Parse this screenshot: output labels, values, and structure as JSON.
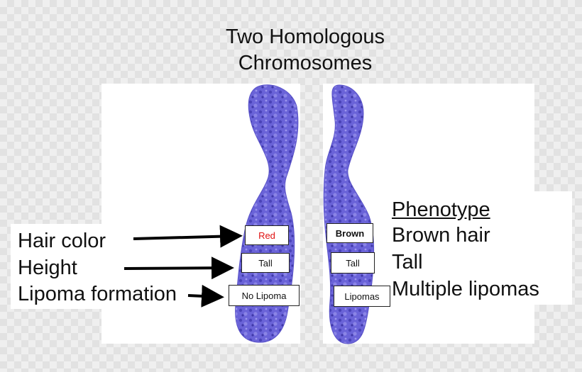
{
  "title": {
    "line1": "Two Homologous",
    "line2": "Chromosomes"
  },
  "traits": [
    "Hair color",
    "Height",
    "Lipoma formation"
  ],
  "left_chromosome": {
    "alleles": [
      {
        "label": "Red",
        "color": "#e01010",
        "bold": false
      },
      {
        "label": "Tall",
        "color": "#111111",
        "bold": false
      },
      {
        "label": "No Lipoma",
        "color": "#111111",
        "bold": false
      }
    ]
  },
  "right_chromosome": {
    "alleles": [
      {
        "label": "Brown",
        "color": "#111111",
        "bold": true
      },
      {
        "label": "Tall",
        "color": "#111111",
        "bold": false
      },
      {
        "label": "Lipomas",
        "color": "#111111",
        "bold": false
      }
    ]
  },
  "phenotype": {
    "heading": "Phenotype",
    "items": [
      "Brown hair",
      "Tall",
      "Multiple lipomas"
    ]
  },
  "colors": {
    "chromosome": "#6a63d8",
    "chromosome_dark": "#3f38a8",
    "arrow": "#000000"
  }
}
